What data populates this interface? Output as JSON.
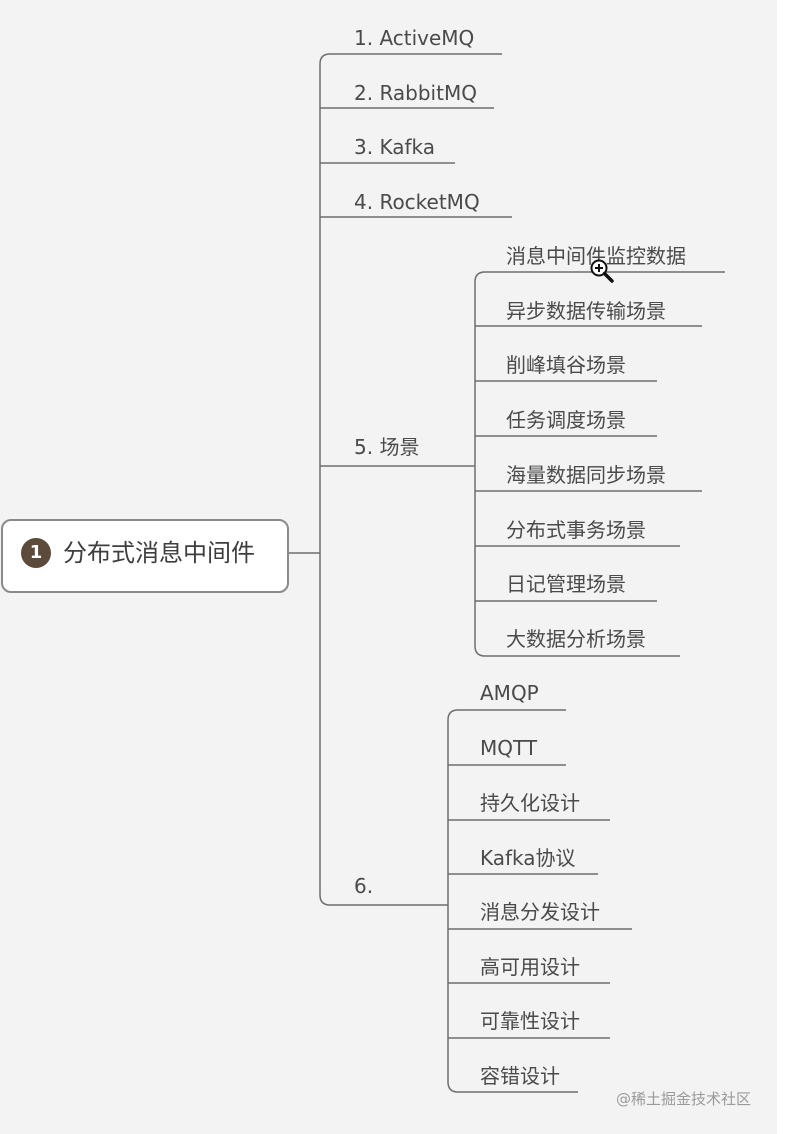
{
  "root": {
    "badge": "1",
    "title": "分布式消息中间件"
  },
  "branches": [
    {
      "label": "1. ActiveMQ"
    },
    {
      "label": "2. RabbitMQ"
    },
    {
      "label": "3. Kafka"
    },
    {
      "label": "4. RocketMQ"
    },
    {
      "label": "5. 场景",
      "children": [
        "消息中间件监控数据",
        "异步数据传输场景",
        "削峰填谷场景",
        "任务调度场景",
        "海量数据同步场景",
        "分布式事务场景",
        "日记管理场景",
        "大数据分析场景"
      ]
    },
    {
      "label": "6.",
      "children": [
        "AMQP",
        "MQTT",
        "持久化设计",
        "Kafka协议",
        "消息分发设计",
        "高可用设计",
        "可靠性设计",
        "容错设计"
      ]
    }
  ],
  "watermark": "@稀土掘金技术社区",
  "colors": {
    "background": "#f3f3f3",
    "line": "#6e6e6e",
    "text": "#4a4a4a",
    "badge": "#5c4a3a"
  },
  "icons": {
    "cursor": "zoom-in-magnifier-icon"
  }
}
